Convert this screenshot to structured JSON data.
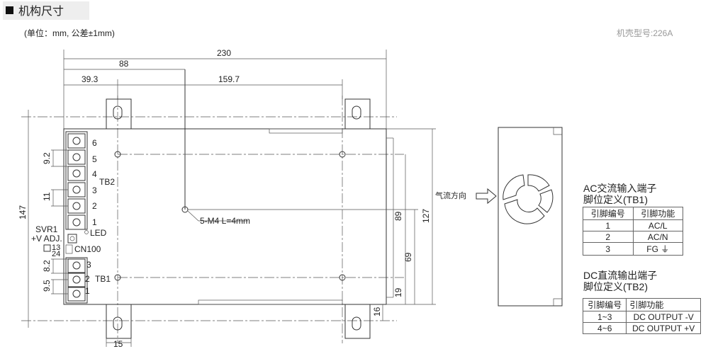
{
  "header": {
    "title": "机构尺寸",
    "units": "(单位：mm, 公差±1mm)",
    "case_model": "机壳型号:226A"
  },
  "dims": {
    "d230": "230",
    "d88": "88",
    "d39_3": "39.3",
    "d159_7": "159.7",
    "d147": "147",
    "d9_2": "9.2",
    "d11": "11",
    "d8_2": "8.2",
    "d9_5": "9.5",
    "d89": "89",
    "d127": "127",
    "d69": "69",
    "d19": "19",
    "d16": "16",
    "d15": "15",
    "screw": "5-M4 L=4mm"
  },
  "labels": {
    "tb2": "TB2",
    "tb1": "TB1",
    "led": "LED",
    "svr1": "SVR1",
    "vadj": "+V ADJ.",
    "cn100": "CN100",
    "pins13": "13",
    "pins24": "24",
    "airflow": "气流方向",
    "tb2_pins": [
      "6",
      "5",
      "4",
      "3",
      "2",
      "1"
    ],
    "tb1_pins": [
      "3",
      "2",
      "1"
    ]
  },
  "ac_table": {
    "title1": "AC交流输入端子",
    "title2": "脚位定义(TB1)",
    "headers": [
      "引脚编号",
      "引脚功能"
    ],
    "rows": [
      [
        "1",
        "AC/L"
      ],
      [
        "2",
        "AC/N"
      ],
      [
        "3",
        "FG ⏚"
      ]
    ]
  },
  "dc_table": {
    "title1": "DC直流输出端子",
    "title2": "脚位定义(TB2)",
    "headers": [
      "引脚编号",
      "引脚功能"
    ],
    "rows": [
      [
        "1~3",
        "DC OUTPUT -V"
      ],
      [
        "4~6",
        "DC OUTPUT +V"
      ]
    ]
  }
}
